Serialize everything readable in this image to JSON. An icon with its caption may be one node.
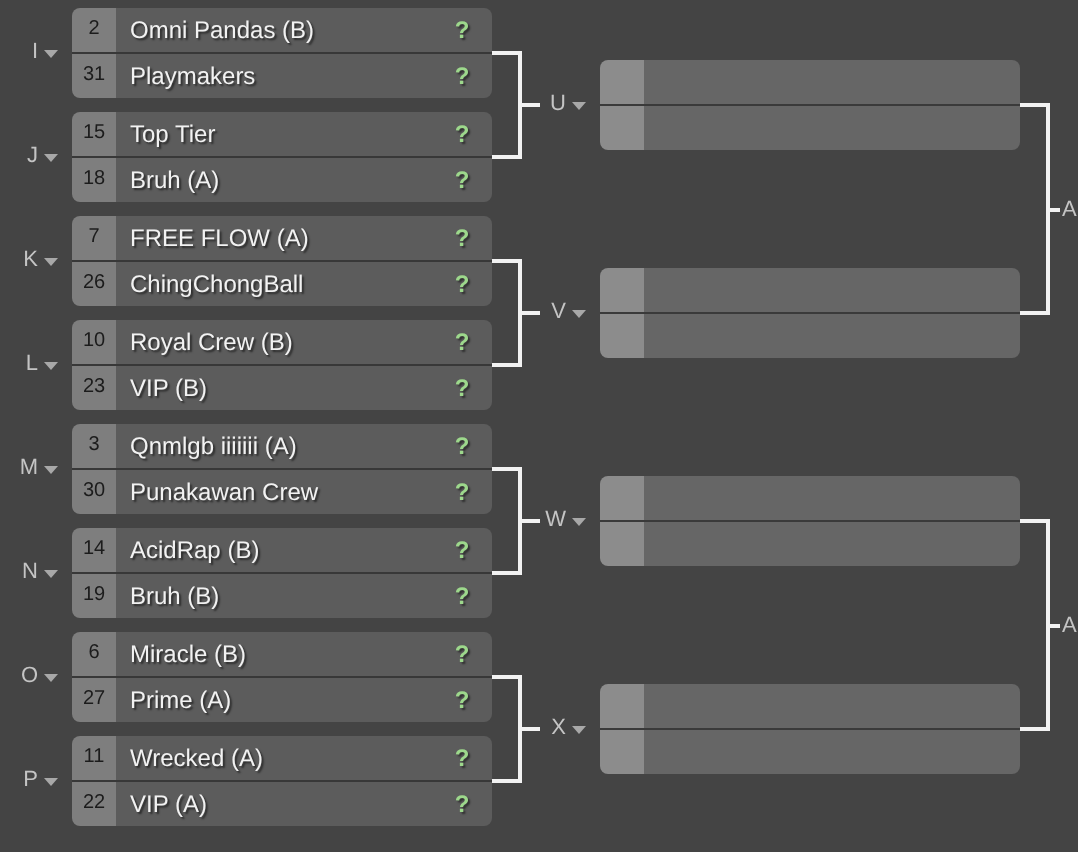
{
  "diagram": {
    "nodes": [
      {
        "text": [
          "I",
          "2",
          "Omni Pandas (B)",
          "?",
          "31",
          "Playmakers",
          "?"
        ]
      },
      {
        "text": [
          "J",
          "15",
          "Top Tier",
          "?",
          "18",
          "Bruh (A)",
          "?"
        ]
      },
      {
        "text": [
          "K",
          "7",
          "FREE FLOW (A)",
          "?",
          "26",
          "ChingChongBall",
          "?"
        ]
      },
      {
        "text": [
          "L",
          "10",
          "Royal Crew (B)",
          "?",
          "23",
          "VIP (B)",
          "?"
        ]
      },
      {
        "text": [
          "M",
          "3",
          "Qnmlgb iiiiiii (A)",
          "?",
          "30",
          "Punakawan Crew",
          "?"
        ]
      },
      {
        "text": [
          "N",
          "14",
          "AcidRap (B)",
          "?",
          "19",
          "Bruh (B)",
          "?"
        ]
      },
      {
        "text": [
          "O",
          "6",
          "Miracle (B)",
          "?",
          "27",
          "Prime (A)",
          "?"
        ]
      },
      {
        "text": [
          "P",
          "11",
          "Wrecked (A)",
          "?",
          "22",
          "VIP (A)",
          "?"
        ]
      },
      {
        "text": [
          "U"
        ]
      },
      {
        "text": [
          "V"
        ]
      },
      {
        "text": [
          "W"
        ]
      },
      {
        "text": [
          "X"
        ]
      },
      {
        "text": [
          "A"
        ]
      },
      {
        "text": [
          "A"
        ]
      }
    ],
    "edges": [
      {
        "from": 0,
        "to": 8,
        "arrow": "none"
      },
      {
        "from": 1,
        "to": 8,
        "arrow": "none"
      },
      {
        "from": 2,
        "to": 9,
        "arrow": "none"
      },
      {
        "from": 3,
        "to": 9,
        "arrow": "none"
      },
      {
        "from": 4,
        "to": 10,
        "arrow": "none"
      },
      {
        "from": 5,
        "to": 10,
        "arrow": "none"
      },
      {
        "from": 6,
        "to": 11,
        "arrow": "none"
      },
      {
        "from": 7,
        "to": 11,
        "arrow": "none"
      },
      {
        "from": 8,
        "to": 12,
        "arrow": "none"
      },
      {
        "from": 9,
        "to": 12,
        "arrow": "none"
      },
      {
        "from": 10,
        "to": 13,
        "arrow": "none"
      },
      {
        "from": 11,
        "to": 13,
        "arrow": "none"
      }
    ]
  }
}
